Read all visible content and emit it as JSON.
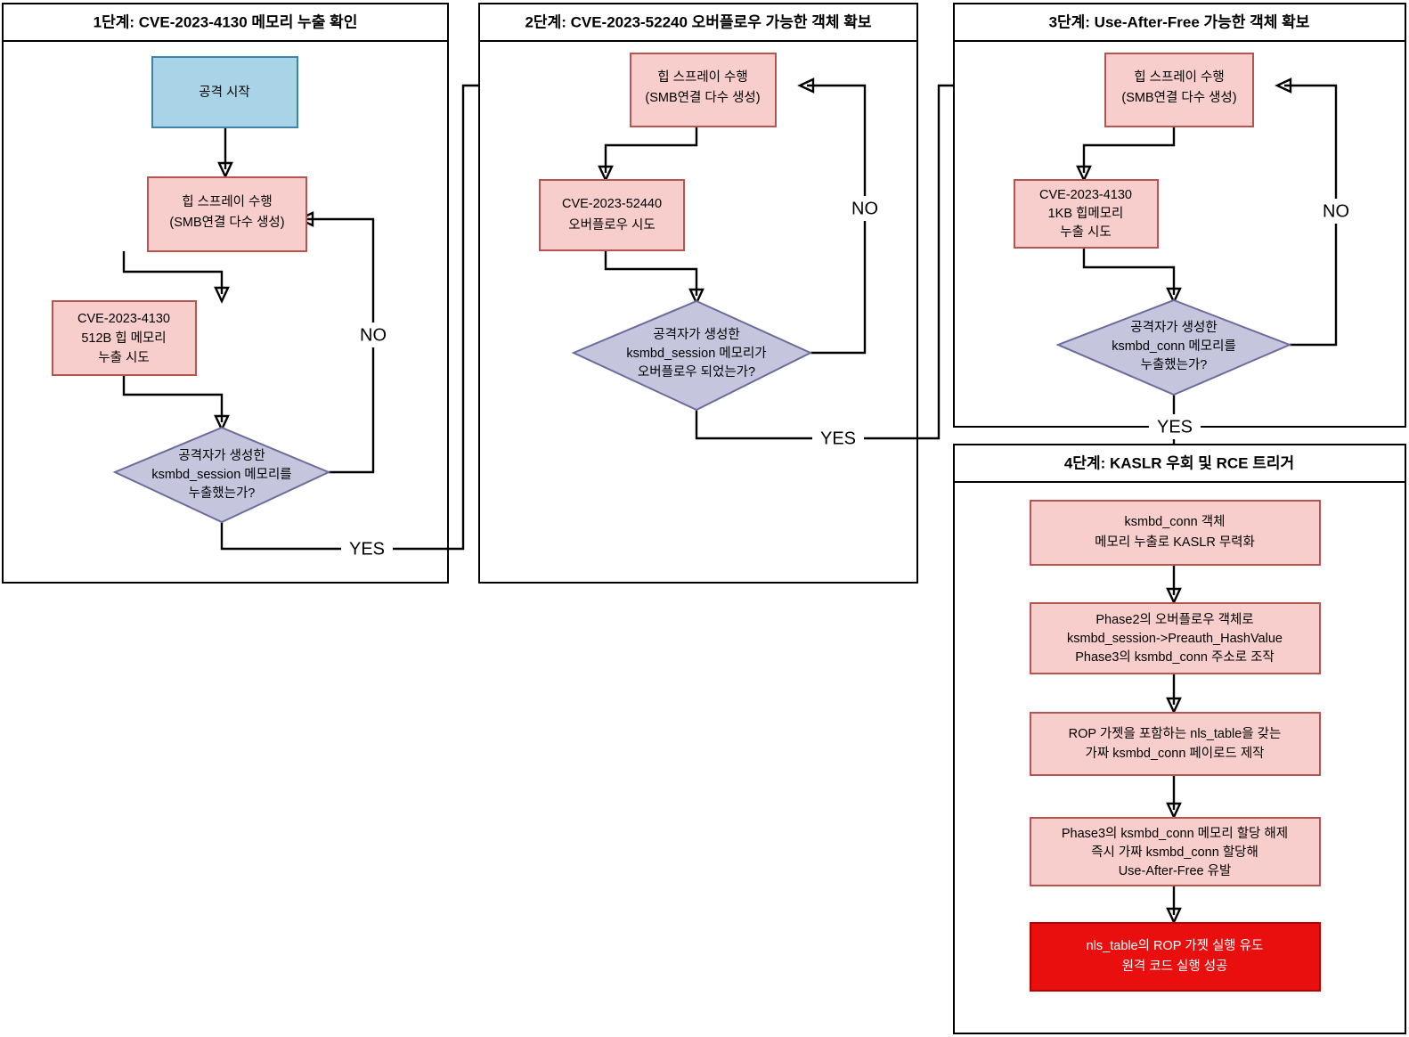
{
  "diagram": {
    "title": "ksmbd exploit chain flowchart",
    "colors": {
      "process_fill": "#f8cecc",
      "process_stroke": "#b85450",
      "start_fill": "#a9d4e8",
      "start_stroke": "#3d85a8",
      "decision_fill": "#c5c5de",
      "decision_stroke": "#6c6c9c",
      "final_fill": "#ea0f0f",
      "final_stroke": "#b20000",
      "edge": "#000000",
      "panel_stroke": "#000000",
      "page_background": "#ffffff"
    }
  },
  "panels": [
    {
      "id": "phase1",
      "title": "1단계: CVE-2023-4130 메모리 누출 확인"
    },
    {
      "id": "phase2",
      "title": "2단계: CVE-2023-52240 오버플로우 가능한 객체 확보"
    },
    {
      "id": "phase3",
      "title": "3단계: Use-After-Free 가능한 객체 확보"
    },
    {
      "id": "phase4",
      "title": "4단계: KASLR 우회 및 RCE 트리거"
    }
  ],
  "nodes": {
    "p1_start": {
      "type": "start",
      "lines": [
        "공격 시작"
      ]
    },
    "p1_spray": {
      "type": "process",
      "lines": [
        "힙 스프레이 수행",
        "(SMB연결 다수 생성)"
      ]
    },
    "p1_leak": {
      "type": "process",
      "lines": [
        "CVE-2023-4130",
        "512B 힙 메모리",
        "누출 시도"
      ]
    },
    "p1_dec": {
      "type": "decision",
      "lines": [
        "공격자가 생성한",
        "ksmbd_session 메모리를",
        "누출했는가?"
      ]
    },
    "p2_spray": {
      "type": "process",
      "lines": [
        "힙 스프레이 수행",
        "(SMB연결 다수 생성)"
      ]
    },
    "p2_of": {
      "type": "process",
      "lines": [
        "CVE-2023-52440",
        "오버플로우 시도"
      ]
    },
    "p2_dec": {
      "type": "decision",
      "lines": [
        "공격자가 생성한",
        "ksmbd_session 메모리가",
        "오버플로우 되었는가?"
      ]
    },
    "p3_spray": {
      "type": "process",
      "lines": [
        "힙 스프레이 수행",
        "(SMB연결 다수 생성)"
      ]
    },
    "p3_leak": {
      "type": "process",
      "lines": [
        "CVE-2023-4130",
        "1KB 힙메모리",
        "누출 시도"
      ]
    },
    "p3_dec": {
      "type": "decision",
      "lines": [
        "공격자가 생성한",
        "ksmbd_conn 메모리를",
        "누출했는가?"
      ]
    },
    "p4_kaslr": {
      "type": "process",
      "lines": [
        "ksmbd_conn 객체",
        "메모리 누출로 KASLR 무력화"
      ]
    },
    "p4_forge": {
      "type": "process",
      "lines": [
        "Phase2의 오버플로우 객체로",
        "ksmbd_session->Preauth_HashValue",
        "Phase3의 ksmbd_conn 주소로 조작"
      ]
    },
    "p4_rop": {
      "type": "process",
      "lines": [
        "ROP 가젯을 포함하는 nls_table을 갖는",
        "가짜 ksmbd_conn 페이로드 제작"
      ]
    },
    "p4_uaf": {
      "type": "process",
      "lines": [
        "Phase3의 ksmbd_conn 메모리 할당 해제",
        "즉시 가짜 ksmbd_conn 할당해",
        "Use-After-Free 유발"
      ]
    },
    "p4_rce": {
      "type": "final",
      "lines": [
        "nls_table의 ROP 가젯 실행 유도",
        "원격 코드 실행 성공"
      ]
    }
  },
  "edge_labels": {
    "p1_no": "NO",
    "p1_yes": "YES",
    "p2_no": "NO",
    "p2_yes": "YES",
    "p3_no": "NO",
    "p3_yes": "YES"
  }
}
